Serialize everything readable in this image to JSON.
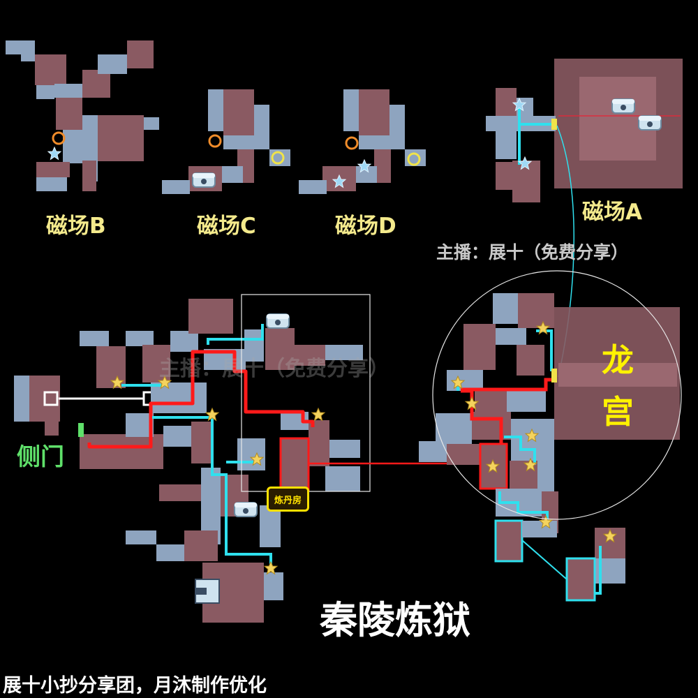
{
  "labels": {
    "field_b": "磁场B",
    "field_c": "磁场C",
    "field_d": "磁场D",
    "field_a": "磁场A",
    "streamer": "主播：展十（免费分享）",
    "watermark": "主播：展十（免费分享）",
    "dragon_1": "龙",
    "dragon_2": "宫",
    "side_gate": "侧门",
    "furnace_room": "炼丹房",
    "title": "秦陵炼狱",
    "credit": "展十小抄分享团，月沐制作优化"
  },
  "colors": {
    "background": "#000000",
    "room_red": "#8a5a62",
    "corridor_blue": "#8ea4bf",
    "route_red": "#ff1a1a",
    "route_cyan": "#2fe0ee",
    "star": "#f4d35e",
    "label_yellow": "#f4ea8c",
    "dragon_yellow": "#fff200",
    "side_gate_green": "#5fe06a"
  },
  "icons": [
    "star-icon",
    "treasure-chest-icon",
    "portal-ring-icon",
    "exit-door-icon"
  ]
}
